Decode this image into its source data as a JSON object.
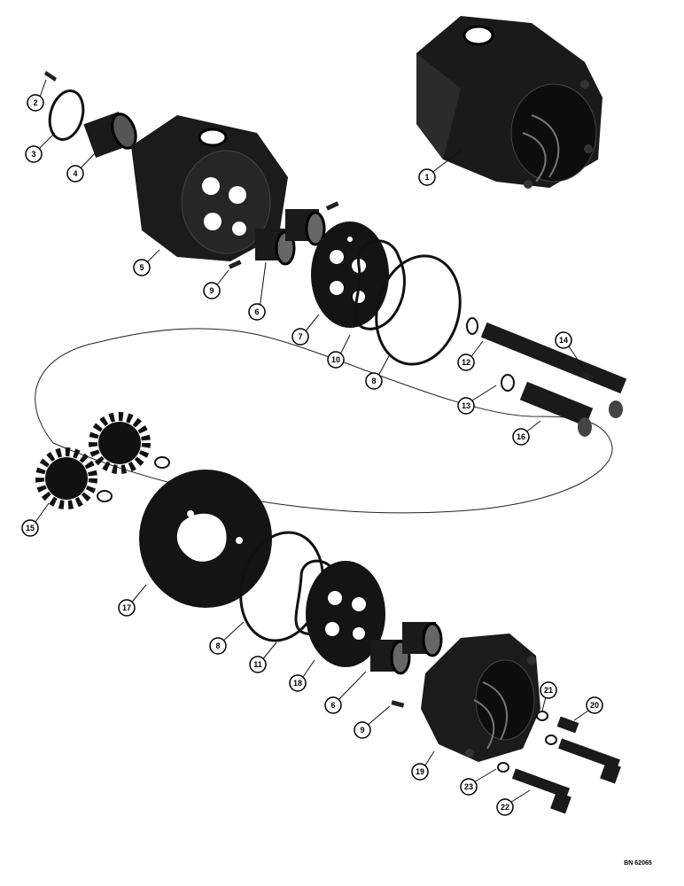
{
  "callouts": [
    {
      "id": "c1",
      "label": "1"
    },
    {
      "id": "c2",
      "label": "2"
    },
    {
      "id": "c3",
      "label": "3"
    },
    {
      "id": "c4",
      "label": "4"
    },
    {
      "id": "c5",
      "label": "5"
    },
    {
      "id": "c6a",
      "label": "6"
    },
    {
      "id": "c6b",
      "label": "6"
    },
    {
      "id": "c7",
      "label": "7"
    },
    {
      "id": "c8a",
      "label": "8"
    },
    {
      "id": "c8b",
      "label": "8"
    },
    {
      "id": "c9a",
      "label": "9"
    },
    {
      "id": "c9b",
      "label": "9"
    },
    {
      "id": "c10",
      "label": "10"
    },
    {
      "id": "c11",
      "label": "11"
    },
    {
      "id": "c12",
      "label": "12"
    },
    {
      "id": "c13",
      "label": "13"
    },
    {
      "id": "c14",
      "label": "14"
    },
    {
      "id": "c15",
      "label": "15"
    },
    {
      "id": "c16",
      "label": "16"
    },
    {
      "id": "c17",
      "label": "17"
    },
    {
      "id": "c18",
      "label": "18"
    },
    {
      "id": "c19",
      "label": "19"
    },
    {
      "id": "c20",
      "label": "20"
    },
    {
      "id": "c21",
      "label": "21"
    },
    {
      "id": "c22",
      "label": "22"
    },
    {
      "id": "c23",
      "label": "23"
    }
  ],
  "drawing_code": "BN 62065"
}
